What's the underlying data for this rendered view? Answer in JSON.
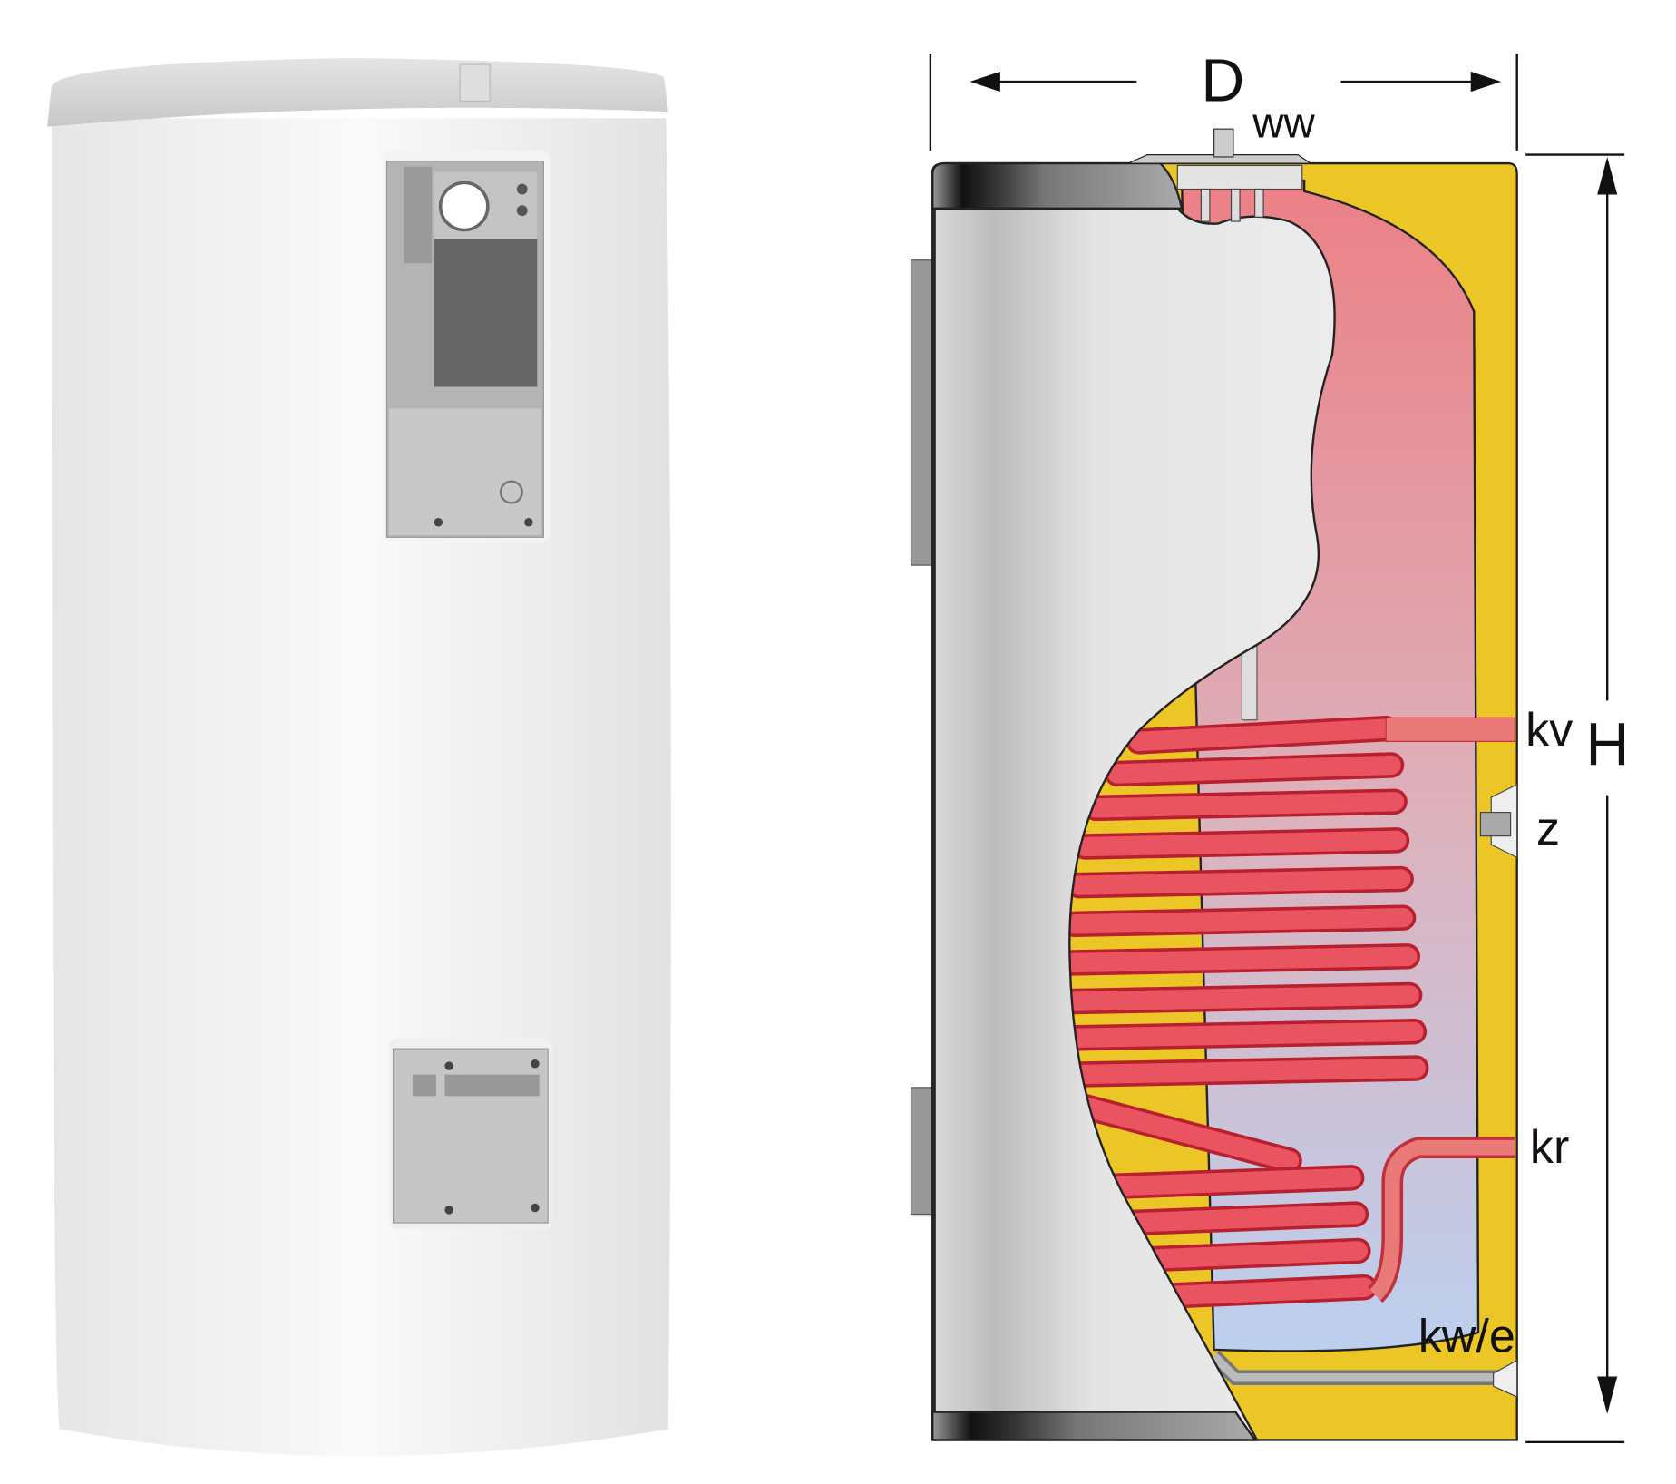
{
  "labels": {
    "diameter": "D",
    "hot_water": "ww",
    "boiler_flow": "kv",
    "height": "H",
    "circulation": "z",
    "boiler_return": "kr",
    "cold_water_drain": "kw/e"
  },
  "colors": {
    "insulation": "#ecc626",
    "hot_water": "#ec8086",
    "cold_water": "#c4d2ee",
    "coil": "#e8404e",
    "body": "#ececec",
    "cap": "#d0d0d0"
  }
}
